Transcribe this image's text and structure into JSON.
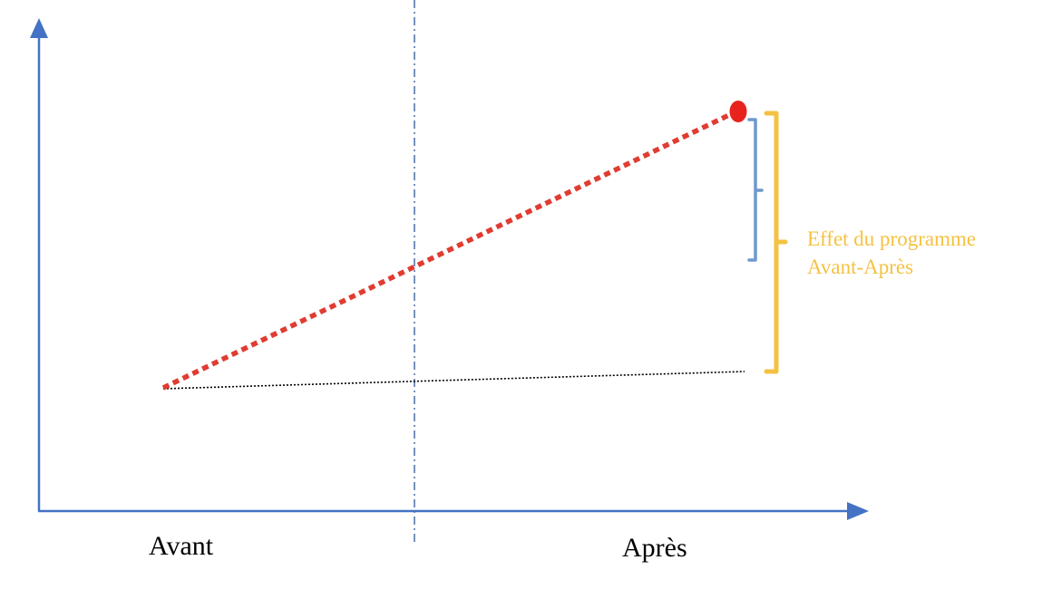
{
  "labels": {
    "before": "Avant",
    "after": "Après",
    "effect_line1": "Effet du programme",
    "effect_line2": "Avant-Après"
  },
  "colors": {
    "axis": "#4472c4",
    "trend_line": "#e03c31",
    "endpoint": "#e8231e",
    "baseline": "#000000",
    "divider": "#4a6fa5",
    "small_bracket": "#6e99cc",
    "large_bracket": "#f4c242",
    "effect_text": "#f4c242"
  }
}
